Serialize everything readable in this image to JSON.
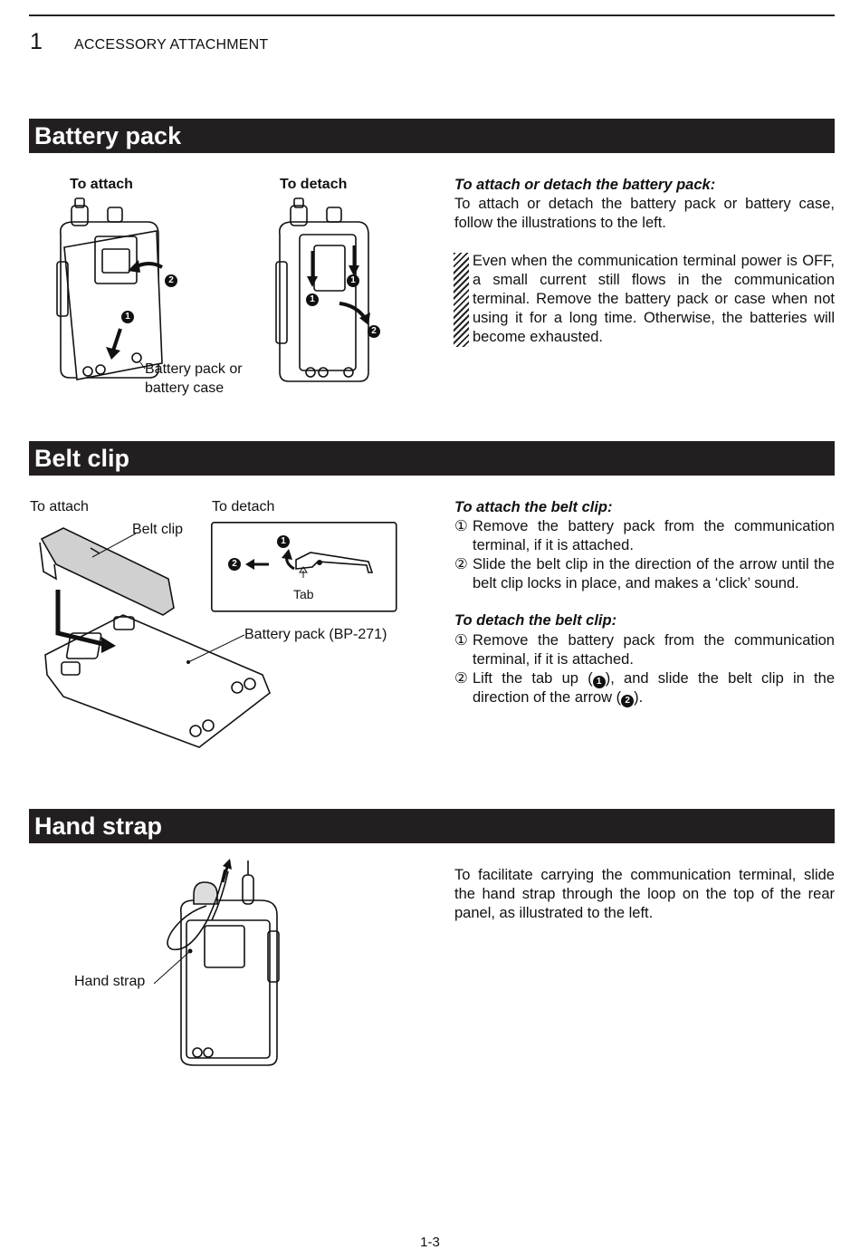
{
  "header": {
    "chapter_number": "1",
    "chapter_title": "ACCESSORY ATTACHMENT"
  },
  "battery_pack": {
    "title": "Battery pack",
    "attach_label": "To attach",
    "detach_label": "To detach",
    "callout": "Battery pack or battery case",
    "heading": "To attach or detach the battery pack:",
    "body": "To attach or detach the battery pack or battery case, follow the illustrations to the left.",
    "caution": "Even when the communication terminal power is OFF, a small current still flows in the communication terminal. Remove the battery pack or case when not using it for a long time. Otherwise, the batteries will become exhausted."
  },
  "belt_clip": {
    "title": "Belt clip",
    "attach_label": "To attach",
    "detach_label": "To detach",
    "clip_label": "Belt clip",
    "tab_label": "Tab",
    "battery_label": "Battery pack (BP-271)",
    "attach_heading": "To attach the belt clip:",
    "attach_steps": [
      {
        "num": "①",
        "text": "Remove the battery pack from the communication terminal, if it is attached."
      },
      {
        "num": "②",
        "text": "Slide the belt clip in the direction of the arrow until the belt clip locks in place, and makes a ‘click’ sound."
      }
    ],
    "detach_heading": "To detach the belt clip:",
    "detach_steps": [
      {
        "num": "①",
        "text": "Remove the battery pack from the communication terminal, if it is attached."
      }
    ],
    "detach_step2": {
      "num": "②",
      "part1": "Lift the tab up (",
      "marker1": "1",
      "part2": "), and slide the belt clip in the direction of the arrow (",
      "marker2": "2",
      "part3": ")."
    }
  },
  "hand_strap": {
    "title": "Hand strap",
    "label": "Hand strap",
    "body": "To facilitate carrying the communication terminal, slide the hand strap through the loop on the top of the rear panel, as illustrated to the left."
  },
  "markers": {
    "one": "1",
    "two": "2"
  },
  "footer": {
    "page_number": "1-3"
  }
}
